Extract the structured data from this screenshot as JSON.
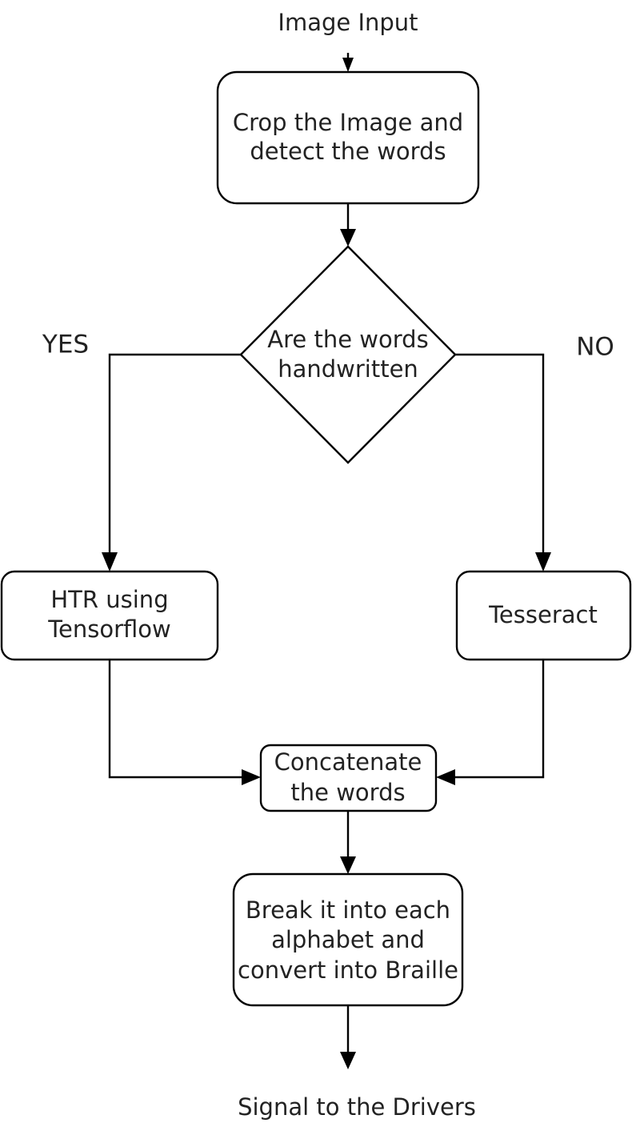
{
  "diagram": {
    "start_label": "Image Input",
    "end_label": "Signal to the Drivers",
    "nodes": {
      "crop": [
        "Crop the Image and",
        "detect the words"
      ],
      "decision": [
        "Are the words",
        "handwritten"
      ],
      "htr": [
        "HTR using",
        "Tensorflow"
      ],
      "tesseract": [
        "Tesseract"
      ],
      "concat": [
        "Concatenate",
        "the words"
      ],
      "braille": [
        "Break it into each",
        "alphabet and",
        "convert into Braille"
      ]
    },
    "branches": {
      "yes": "YES",
      "no": "NO"
    }
  },
  "colors": {
    "stroke": "#000000",
    "text": "#222222",
    "background": "#ffffff"
  }
}
